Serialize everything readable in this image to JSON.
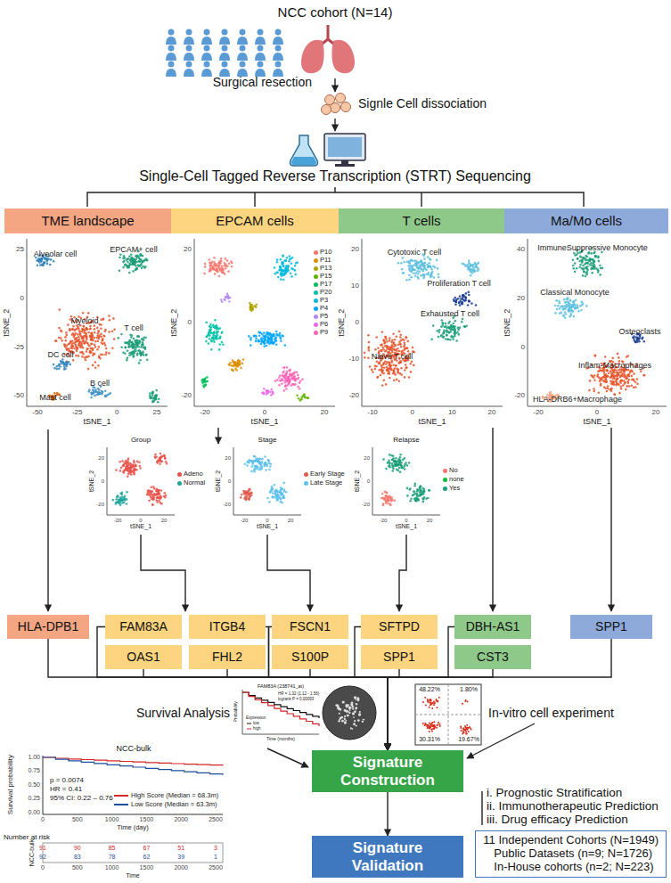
{
  "diagram": {
    "nodes": [
      {
        "text": [
          "TME landscape"
        ]
      },
      {
        "text": [
          "EPCAM cells"
        ]
      },
      {
        "text": [
          "T cells"
        ]
      },
      {
        "text": [
          "Ma/Mo cells"
        ]
      },
      {
        "text": [
          "HLA-DPB1"
        ]
      },
      {
        "text": [
          "FAM83A"
        ]
      },
      {
        "text": [
          "ITGB4"
        ]
      },
      {
        "text": [
          "OAS1"
        ]
      },
      {
        "text": [
          "FHL2"
        ]
      },
      {
        "text": [
          "FSCN1"
        ]
      },
      {
        "text": [
          "S100P"
        ]
      },
      {
        "text": [
          "SFTPD"
        ]
      },
      {
        "text": [
          "SPP1"
        ]
      },
      {
        "text": [
          "DBH-AS1"
        ]
      },
      {
        "text": [
          "CST3"
        ]
      },
      {
        "text": [
          "SPP1"
        ]
      },
      {
        "text": [
          "Signature Construction"
        ]
      },
      {
        "text": [
          "Signature Validation"
        ]
      },
      {
        "text": [
          "11 Independent Cohorts (N=1949)",
          "Public Datasets (n=9; N=1726)",
          "In-House cohorts (n=2; N=223)"
        ]
      }
    ],
    "edges": [
      {
        "from": 4,
        "to": 16,
        "arrow": "to"
      },
      {
        "from": 5,
        "to": 16,
        "arrow": "to"
      },
      {
        "from": 6,
        "to": 16,
        "arrow": "to"
      },
      {
        "from": 7,
        "to": 16,
        "arrow": "to"
      },
      {
        "from": 8,
        "to": 16,
        "arrow": "to"
      },
      {
        "from": 9,
        "to": 16,
        "arrow": "to"
      },
      {
        "from": 10,
        "to": 16,
        "arrow": "to"
      },
      {
        "from": 11,
        "to": 16,
        "arrow": "to"
      },
      {
        "from": 12,
        "to": 16,
        "arrow": "to"
      },
      {
        "from": 13,
        "to": 16,
        "arrow": "to"
      },
      {
        "from": 14,
        "to": 16,
        "arrow": "to"
      },
      {
        "from": 15,
        "to": 16,
        "arrow": "to"
      },
      {
        "from": 16,
        "to": 17,
        "arrow": "to"
      }
    ],
    "labels": [
      "NCC cohort (N=14)",
      "Surgical resection",
      "Signle Cell dissociation",
      "Single-Cell Tagged Reverse Transcription (STRT) Sequencing",
      "Alveolar cell",
      "EPCAM+ cell",
      "Myeloid",
      "DC cell",
      "T cell",
      "B cell",
      "Mast cell",
      "tSNE_2",
      "tSNE_1",
      "25",
      "0",
      "-25",
      "-50",
      "-50",
      "-25",
      "0",
      "25",
      "tSNE_2",
      "tSNE_1",
      "20",
      "0",
      "-20",
      "-20",
      "0",
      "20",
      "Cytotoxic T cell",
      "Proliferation T cell",
      "Exhausted T cell",
      "Naive T cell",
      "tSNE_2",
      "tSNE_1",
      "20",
      "10",
      "0",
      "-10",
      "-20",
      "-10",
      "0",
      "10",
      "20",
      "ImmuneSuppressive Monocyte",
      "Classical Monocyte",
      "Osteoclasts",
      "Inflam-Macrophages",
      "HLA-DRB6+Macrophage",
      "tSNE_2",
      "tSNE_1",
      "40",
      "20",
      "0",
      "-20",
      "-20",
      "0",
      "20",
      "Group",
      "tSNE_2",
      "tSNE_1",
      "20",
      "0",
      "-20",
      "-20",
      "0",
      "20",
      "Stage",
      "tSNE_2",
      "tSNE_1",
      "20",
      "0",
      "-20",
      "-20",
      "0",
      "20",
      "Relapse",
      "tSNE_2",
      "tSNE_1",
      "20",
      "0",
      "-20",
      "-20",
      "0",
      "20",
      "FAM83A (238741_at)",
      "HR = 1.32 (1.12 - 1.56)",
      "logrank P = 0.00093",
      "Probability",
      "Time (months)",
      "Expression",
      "low",
      "high",
      "48.22%",
      "1.80%",
      "30.31%",
      "19.67%",
      "Survival Analysis",
      "In-vitro cell experiment",
      "i. Prognostic Stratification",
      "ii. Immunotherapeutic Prediction",
      "iii. Drug efficacy Prediction",
      "NCC-bulk",
      "p = 0.0074",
      "HR = 0.41",
      "95% CI: 0.22 – 0.76",
      "Survival probability",
      "1.00",
      "0.75",
      "0.50",
      "0.25",
      "0.00",
      "0",
      "500",
      "1000",
      "1500",
      "2000",
      "2500",
      "Time (day)",
      "Number at risk",
      "NCC-bulk",
      "91",
      "90",
      "85",
      "67",
      "51",
      "3",
      "92",
      "83",
      "78",
      "62",
      "39",
      "1",
      "0",
      "500",
      "1000",
      "1500",
      "2000",
      "2500",
      "Time"
    ],
    "legend": [
      {
        "text": "P10",
        "color": "#f8766d"
      },
      {
        "text": "P11",
        "color": "#db8e00"
      },
      {
        "text": "P13",
        "color": "#aea200"
      },
      {
        "text": "P15",
        "color": "#64b200"
      },
      {
        "text": "P17",
        "color": "#00bd5c"
      },
      {
        "text": "P20",
        "color": "#00c1a7"
      },
      {
        "text": "P3",
        "color": "#00bade"
      },
      {
        "text": "P4",
        "color": "#00a6ff"
      },
      {
        "text": "P5",
        "color": "#b385ff"
      },
      {
        "text": "P6",
        "color": "#ef67eb"
      },
      {
        "text": "P9",
        "color": "#ff63b6"
      },
      {
        "text": "Adeno",
        "color": "#e8524a"
      },
      {
        "text": "Normal",
        "color": "#1fa39a"
      },
      {
        "text": "Early Stage",
        "color": "#e05a4f"
      },
      {
        "text": "Late Stage",
        "color": "#5bc0eb"
      },
      {
        "text": "No",
        "color": "#f8766d"
      },
      {
        "text": "none",
        "color": "#00ba38"
      },
      {
        "text": "Yes",
        "color": "#1a9e77"
      },
      {
        "text": "High Score (Median = 68.3m)"
      },
      {
        "text": "Low Score (Median = 63.3m)"
      }
    ]
  }
}
